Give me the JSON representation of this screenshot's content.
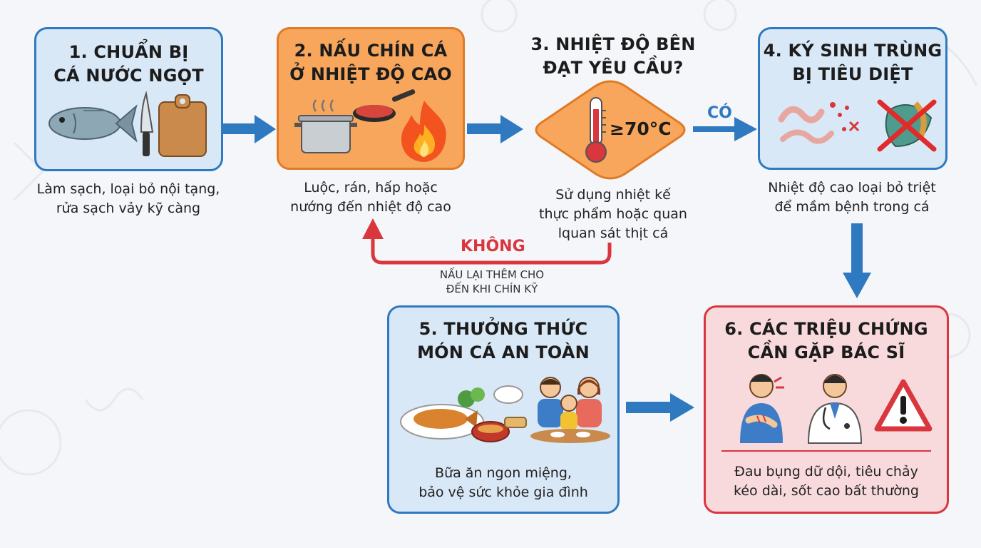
{
  "steps": {
    "s1": {
      "title": [
        "1. CHUẨN BỊ",
        "CÁ NƯỚC NGỌT"
      ],
      "desc": [
        "Làm sạch, loại bỏ nội tạng,",
        "rửa sạch vảy kỹ càng"
      ]
    },
    "s2": {
      "title": [
        "2. NẤU CHÍN CÁ",
        "Ở NHIỆT ĐỘ CAO"
      ],
      "desc": [
        "Luộc, rán, hấp hoặc",
        "nướng đến nhiệt độ cao"
      ]
    },
    "s3": {
      "title": [
        "3. NHIỆT ĐỘ BÊN",
        "ĐẠT YÊU CẦU?"
      ],
      "temp": "≥70°C",
      "desc": [
        "Sử dụng nhiệt kế",
        "thực phẩm hoặc quan",
        "lquan sát thịt cá"
      ]
    },
    "s4": {
      "title": [
        "4. KÝ SINH TRÙNG",
        "BỊ TIÊU DIỆT"
      ],
      "desc": [
        "Nhiệt độ cao loại bỏ triệt",
        "để mầm bệnh trong cá"
      ]
    },
    "s5": {
      "title": [
        "5. THƯỞNG THỨC",
        "MÓN CÁ AN TOÀN"
      ],
      "desc": [
        "Bữa ăn ngon miệng,",
        "bảo vệ sức khỏe gia đình"
      ]
    },
    "s6": {
      "title": [
        "6. CÁC TRIỆU CHỨNG",
        "CẦN GẶP BÁC SĨ"
      ],
      "desc": [
        "Đau bụng dữ dội, tiêu chảy",
        "kéo dài, sốt cao bất thường"
      ]
    }
  },
  "branches": {
    "yes": "CÓ",
    "no": "KHÔNG",
    "no_note": [
      "NẤU LẠI THÊM CHO",
      "ĐẾN KHI CHÍN KỸ"
    ]
  },
  "icons": [
    "fish-icon",
    "knife-icon",
    "cutting-board-icon",
    "pot-icon",
    "frying-pan-icon",
    "fire-icon",
    "thermometer-icon",
    "worm-icon",
    "crossed-fish-icon",
    "fish-dish-icon",
    "family-icon",
    "sick-person-icon",
    "doctor-icon",
    "warning-icon"
  ],
  "colors": {
    "blue": "#2f79c0",
    "orange": "#f7a65c",
    "red": "#d9363e",
    "arrow": "#2f79c0"
  }
}
